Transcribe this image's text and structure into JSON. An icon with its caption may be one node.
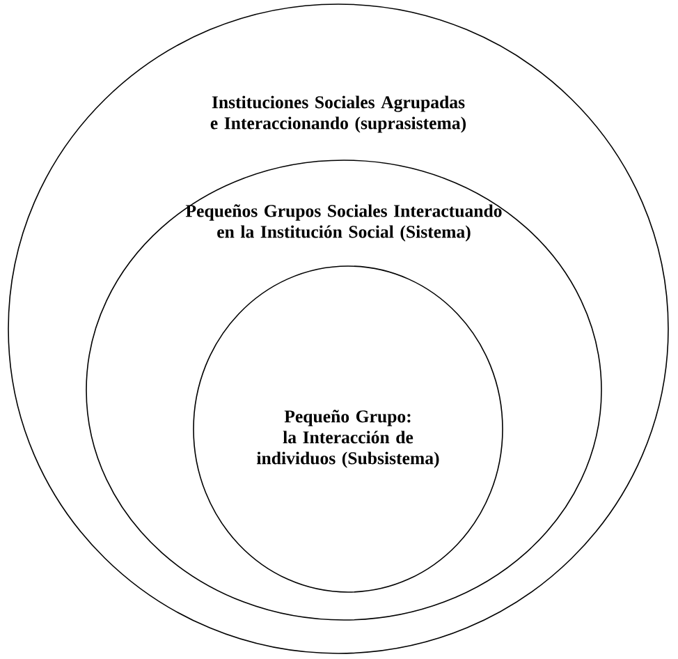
{
  "diagram": {
    "nodes": [
      {
        "text": [
          "Instituciones Sociales Agrupadas e Interaccionando (suprasistema)"
        ]
      },
      {
        "text": [
          "Pequeños Grupos Sociales Interactuando en la Institución Social (Sistema)"
        ],
        "in": 0
      },
      {
        "text": [
          "Pequeño Grupo: la Interacción de individuos (Subsistema)"
        ],
        "in": 1
      }
    ]
  }
}
